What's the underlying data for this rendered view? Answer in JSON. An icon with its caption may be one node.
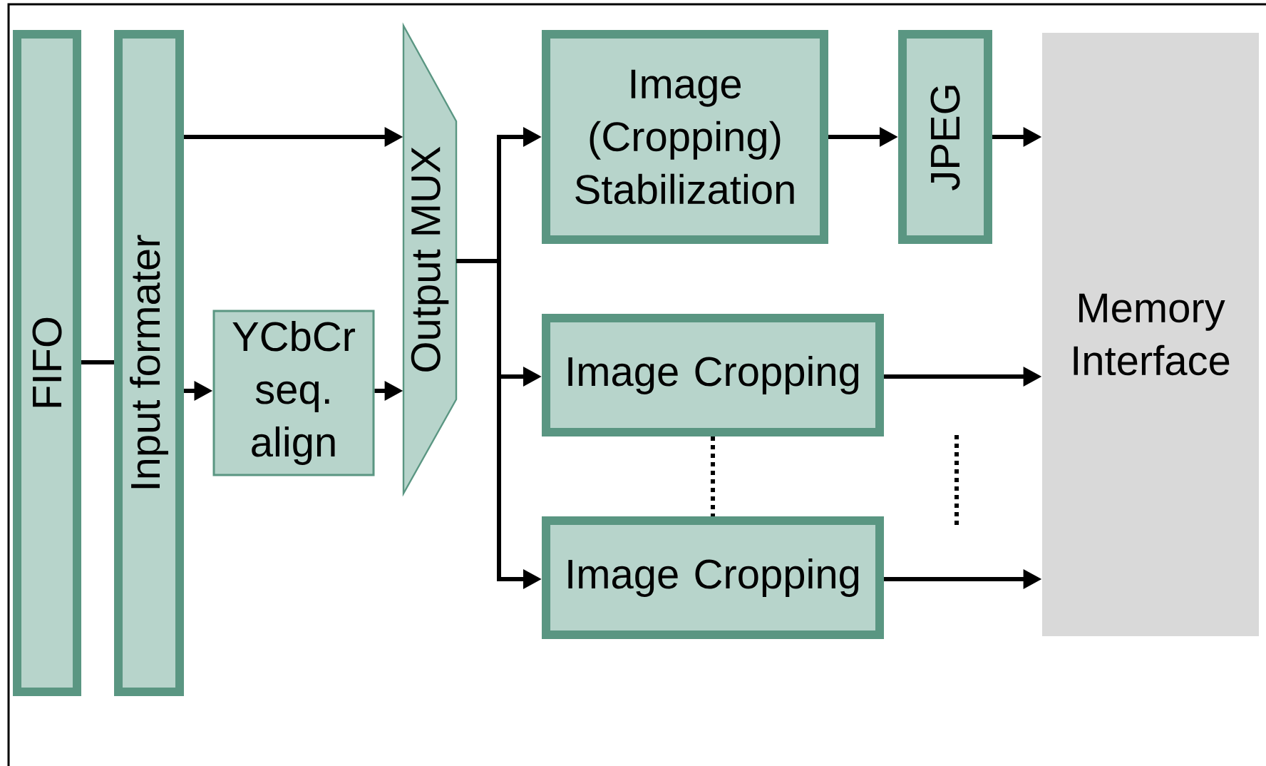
{
  "diagram": {
    "nodes": [
      {
        "text": [
          "FIFO"
        ]
      },
      {
        "text": [
          "Input formater"
        ]
      },
      {
        "text": [
          "YCbCr seq. align"
        ]
      },
      {
        "text": [
          "Output MUX"
        ]
      },
      {
        "text": [
          "Image (Cropping) Stabilization"
        ]
      },
      {
        "text": [
          "JPEG"
        ]
      },
      {
        "text": [
          "Image Cropping"
        ]
      },
      {
        "text": [
          "Image Cropping"
        ]
      },
      {
        "text": [
          "Memory Interface"
        ]
      }
    ],
    "edges": [
      {
        "from": 0,
        "to": 1,
        "arrow": "none"
      },
      {
        "from": 1,
        "to": 3,
        "arrow": "to"
      },
      {
        "from": 1,
        "to": 2,
        "arrow": "to"
      },
      {
        "from": 2,
        "to": 3,
        "arrow": "to"
      },
      {
        "from": 3,
        "to": 4,
        "arrow": "to"
      },
      {
        "from": 3,
        "to": 6,
        "arrow": "to"
      },
      {
        "from": 3,
        "to": 7,
        "arrow": "to"
      },
      {
        "from": 4,
        "to": 5,
        "arrow": "to"
      },
      {
        "from": 5,
        "to": 8,
        "arrow": "to"
      },
      {
        "from": 6,
        "to": 8,
        "arrow": "to"
      },
      {
        "from": 7,
        "to": 8,
        "arrow": "to"
      },
      {
        "from": 6,
        "to": 7,
        "arrow": "none",
        "style": "dashed"
      }
    ]
  }
}
